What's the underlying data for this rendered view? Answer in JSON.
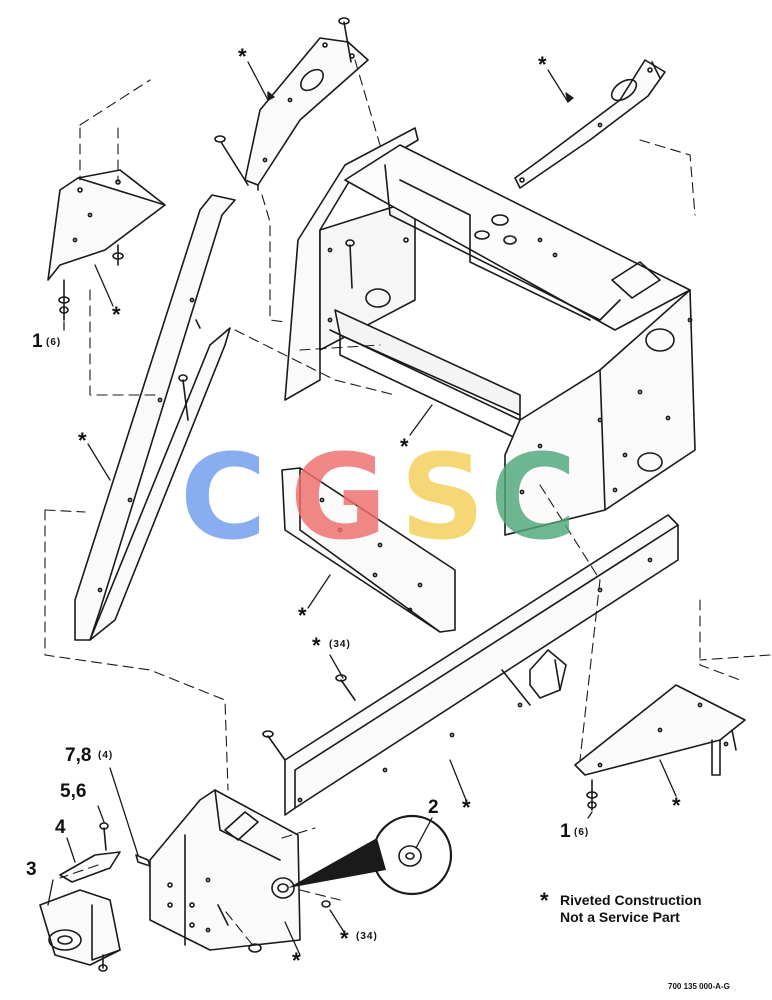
{
  "watermark": {
    "letters": [
      {
        "char": "C",
        "color": "#6e9cef"
      },
      {
        "char": "G",
        "color": "#ee6e6e"
      },
      {
        "char": "S",
        "color": "#f5cf57"
      },
      {
        "char": "C",
        "color": "#4fa87a"
      }
    ]
  },
  "callouts": {
    "item_1_left": "1",
    "item_1_left_qty": "(6)",
    "item_1_right": "1",
    "item_1_right_qty": "(6)",
    "item_2": "2",
    "item_3": "3",
    "item_4": "4",
    "item_5_6": "5,6",
    "item_7_8": "7,8",
    "item_7_8_qty": "(4)",
    "star_qty_34": "(34)",
    "star": "*"
  },
  "note": {
    "symbol": "*",
    "line1": "Riveted Construction",
    "line2": "Not a Service Part"
  },
  "drawing_number": "700 135 000-A-G"
}
